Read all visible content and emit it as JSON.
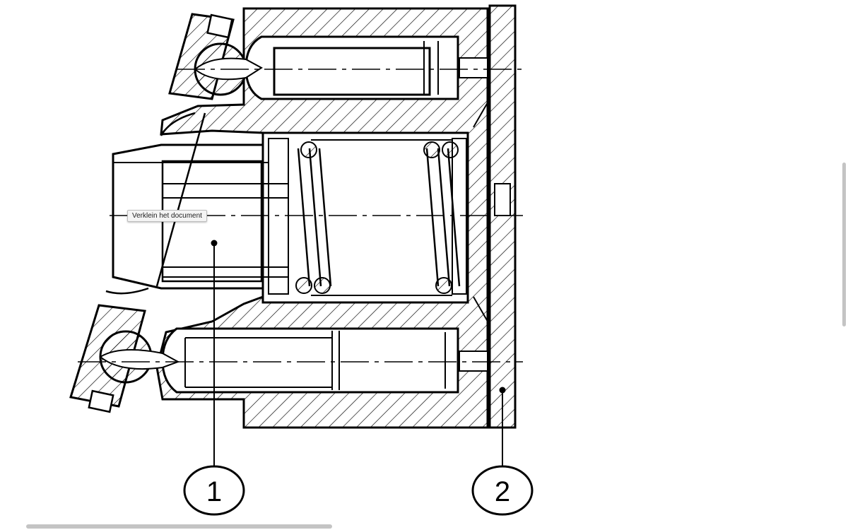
{
  "tooltip": {
    "text": "Verklein het document"
  },
  "callouts": [
    {
      "label": "1"
    },
    {
      "label": "2"
    }
  ],
  "colors": {
    "background": "#ffffff",
    "line": "#000000",
    "scrollbar": "#c4c4c4",
    "tooltip_bg": "#f4f4f4"
  }
}
